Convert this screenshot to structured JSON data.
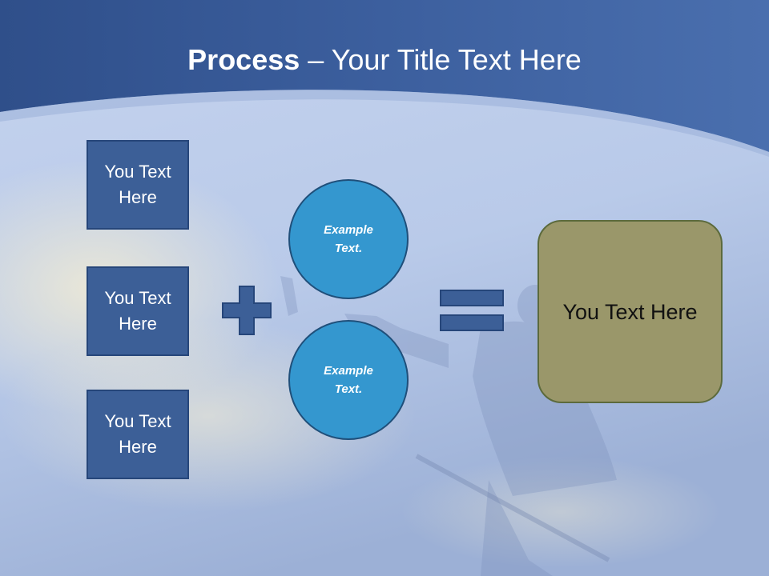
{
  "slide": {
    "title_bold": "Process",
    "title_rest": " – Your Title Text Here",
    "colors": {
      "header_blue": "#3c5f9e",
      "box_fill": "#3c5f97",
      "circle_fill": "#3497cf",
      "result_fill": "#9a976a"
    }
  },
  "left_boxes": [
    {
      "label": "You Text Here"
    },
    {
      "label": "You Text Here"
    },
    {
      "label": "You Text Here"
    }
  ],
  "circles": [
    {
      "label": "Example Text."
    },
    {
      "label": "Example Text."
    }
  ],
  "operators": {
    "plus_icon": "plus-icon",
    "equals_icon": "equals-icon"
  },
  "result_box": {
    "label": "You Text Here"
  }
}
